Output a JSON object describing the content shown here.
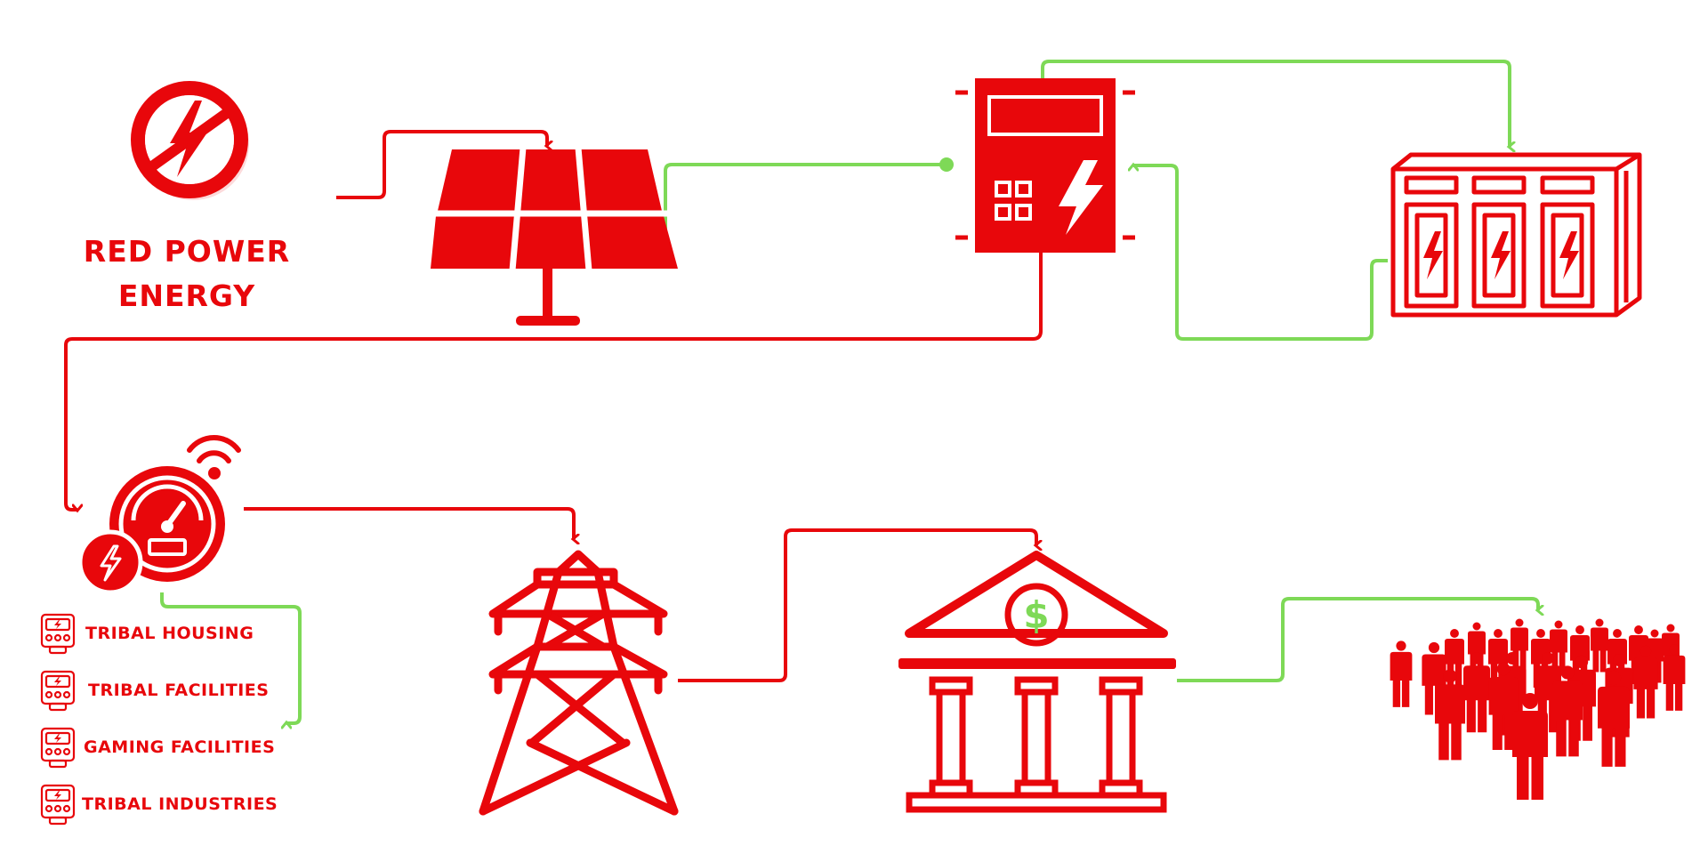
{
  "brand": {
    "line1": "RED POWER",
    "line2": "ENERGY"
  },
  "destinations": [
    {
      "label": "TRIBAL HOUSING"
    },
    {
      "label": "TRIBAL FACILITIES"
    },
    {
      "label": "GAMING FACILITIES"
    },
    {
      "label": "TRIBAL INDUSTRIES"
    }
  ],
  "icons": [
    "no-power-logo-icon",
    "solar-panel-icon",
    "inverter-icon",
    "battery-storage-icon",
    "smart-meter-icon",
    "transmission-tower-icon",
    "bank-icon",
    "community-people-icon",
    "meter-icon"
  ],
  "colors": {
    "red": "#e8070b",
    "green": "#7ed957",
    "bank_dollar": "#7ed957"
  }
}
